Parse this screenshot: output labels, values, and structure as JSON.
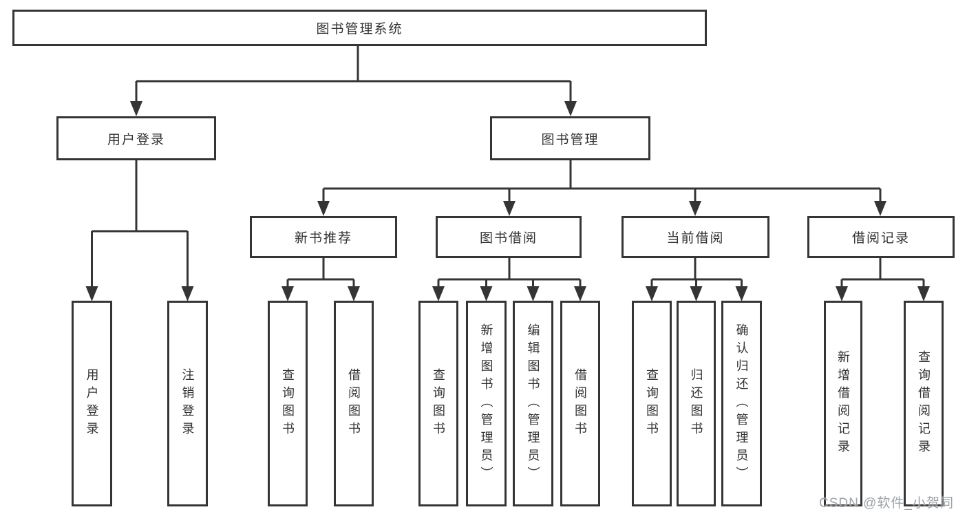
{
  "nodes": {
    "root": "图书管理系统",
    "user_login": "用户登录",
    "book_management": "图书管理",
    "new_book_recommend": "新书推荐",
    "book_borrow": "图书借阅",
    "current_borrow": "当前借阅",
    "borrow_record": "借阅记录"
  },
  "leaves": {
    "user_login": [
      "用户登录",
      "注销登录"
    ],
    "new_book_recommend": [
      "查询图书",
      "借阅图书"
    ],
    "book_borrow": [
      "查询图书",
      "新增图书（管理员）",
      "编辑图书（管理员）",
      "借阅图书"
    ],
    "current_borrow": [
      "查询图书",
      "归还图书",
      "确认归还（管理员）"
    ],
    "borrow_record": [
      "新增借阅记录",
      "查询借阅记录"
    ]
  },
  "colors": {
    "line": "#353535",
    "text": "#333333",
    "background": "#ffffff",
    "watermark": "#8c9298"
  },
  "watermark": "CSDN @软件_小贺同学"
}
